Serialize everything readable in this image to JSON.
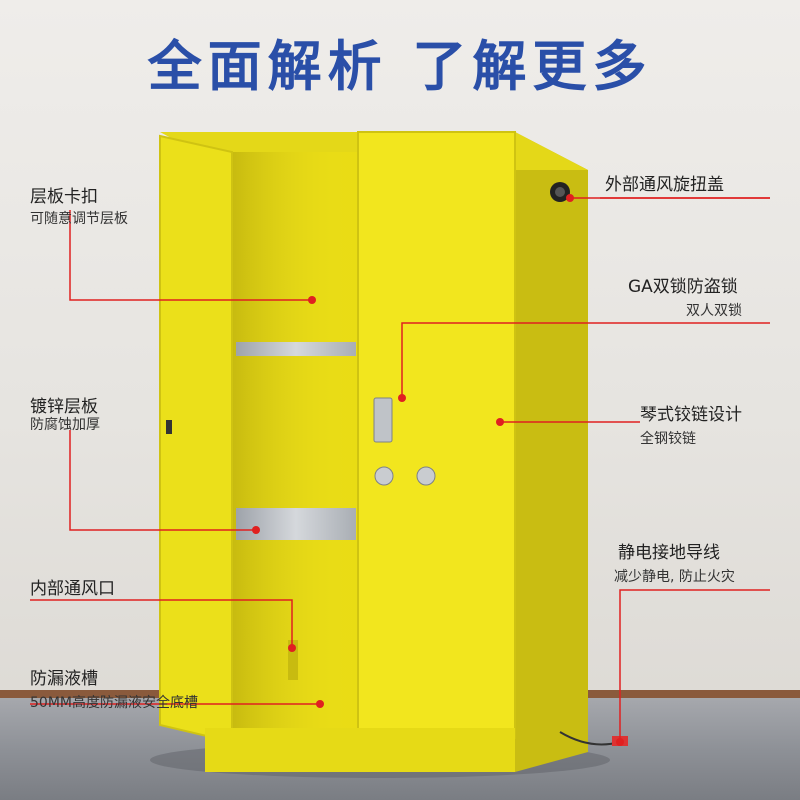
{
  "headline": "全面解析  了解更多",
  "callouts": {
    "shelf_clip": {
      "title": "层板卡扣",
      "subtitle": "可随意调节层板"
    },
    "galvanized_shelf": {
      "title": "镀锌层板",
      "subtitle": "防腐蚀加厚"
    },
    "inner_vent": {
      "title": "内部通风口",
      "subtitle": ""
    },
    "leak_trough": {
      "title": "防漏液槽",
      "subtitle": "50MM高度防漏液安全底槽"
    },
    "vent_cap": {
      "title": "外部通风旋扭盖",
      "subtitle": ""
    },
    "ga_lock": {
      "title": "GA双锁防盗锁",
      "subtitle": "双人双锁"
    },
    "hinge": {
      "title": "琴式铰链设计",
      "subtitle": "全钢铰链"
    },
    "ground_wire": {
      "title": "静电接地导线",
      "subtitle": "减少静电, 防止火灾"
    }
  },
  "colors": {
    "headline": "#2a4fa8",
    "cabinet_yellow": "#f2e61e",
    "marker_red": "#e02020",
    "shelf_silver": "#b8bcc2"
  }
}
